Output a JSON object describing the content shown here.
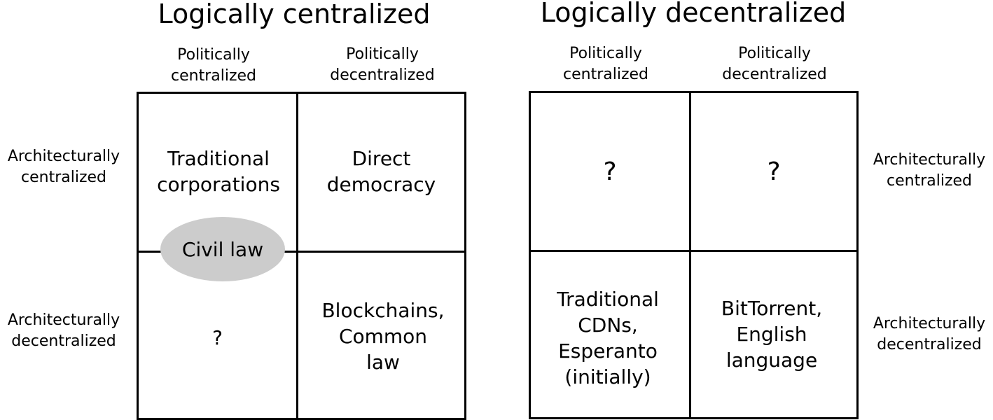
{
  "left_panel": {
    "title": "Logically centralized",
    "columns": [
      "Politically\ncentralized",
      "Politically\ndecentralized"
    ],
    "rows": [
      "Architecturally\ncentralized",
      "Architecturally\ndecentralized"
    ],
    "cells": {
      "top_left": "Traditional\ncorporations",
      "top_right": "Direct\ndemocracy",
      "bottom_left": "?",
      "bottom_right": "Blockchains,\nCommon\nlaw"
    },
    "overlay": {
      "label": "Civil law",
      "color": "#cccccc"
    }
  },
  "right_panel": {
    "title": "Logically decentralized",
    "columns": [
      "Politically\ncentralized",
      "Politically\ndecentralized"
    ],
    "rows": [
      "Architecturally\ncentralized",
      "Architecturally\ndecentralized"
    ],
    "cells": {
      "top_left": "?",
      "top_right": "?",
      "bottom_left": "Traditional\nCDNs,\nEsperanto\n(initially)",
      "bottom_right": "BitTorrent,\nEnglish\nlanguage"
    }
  }
}
